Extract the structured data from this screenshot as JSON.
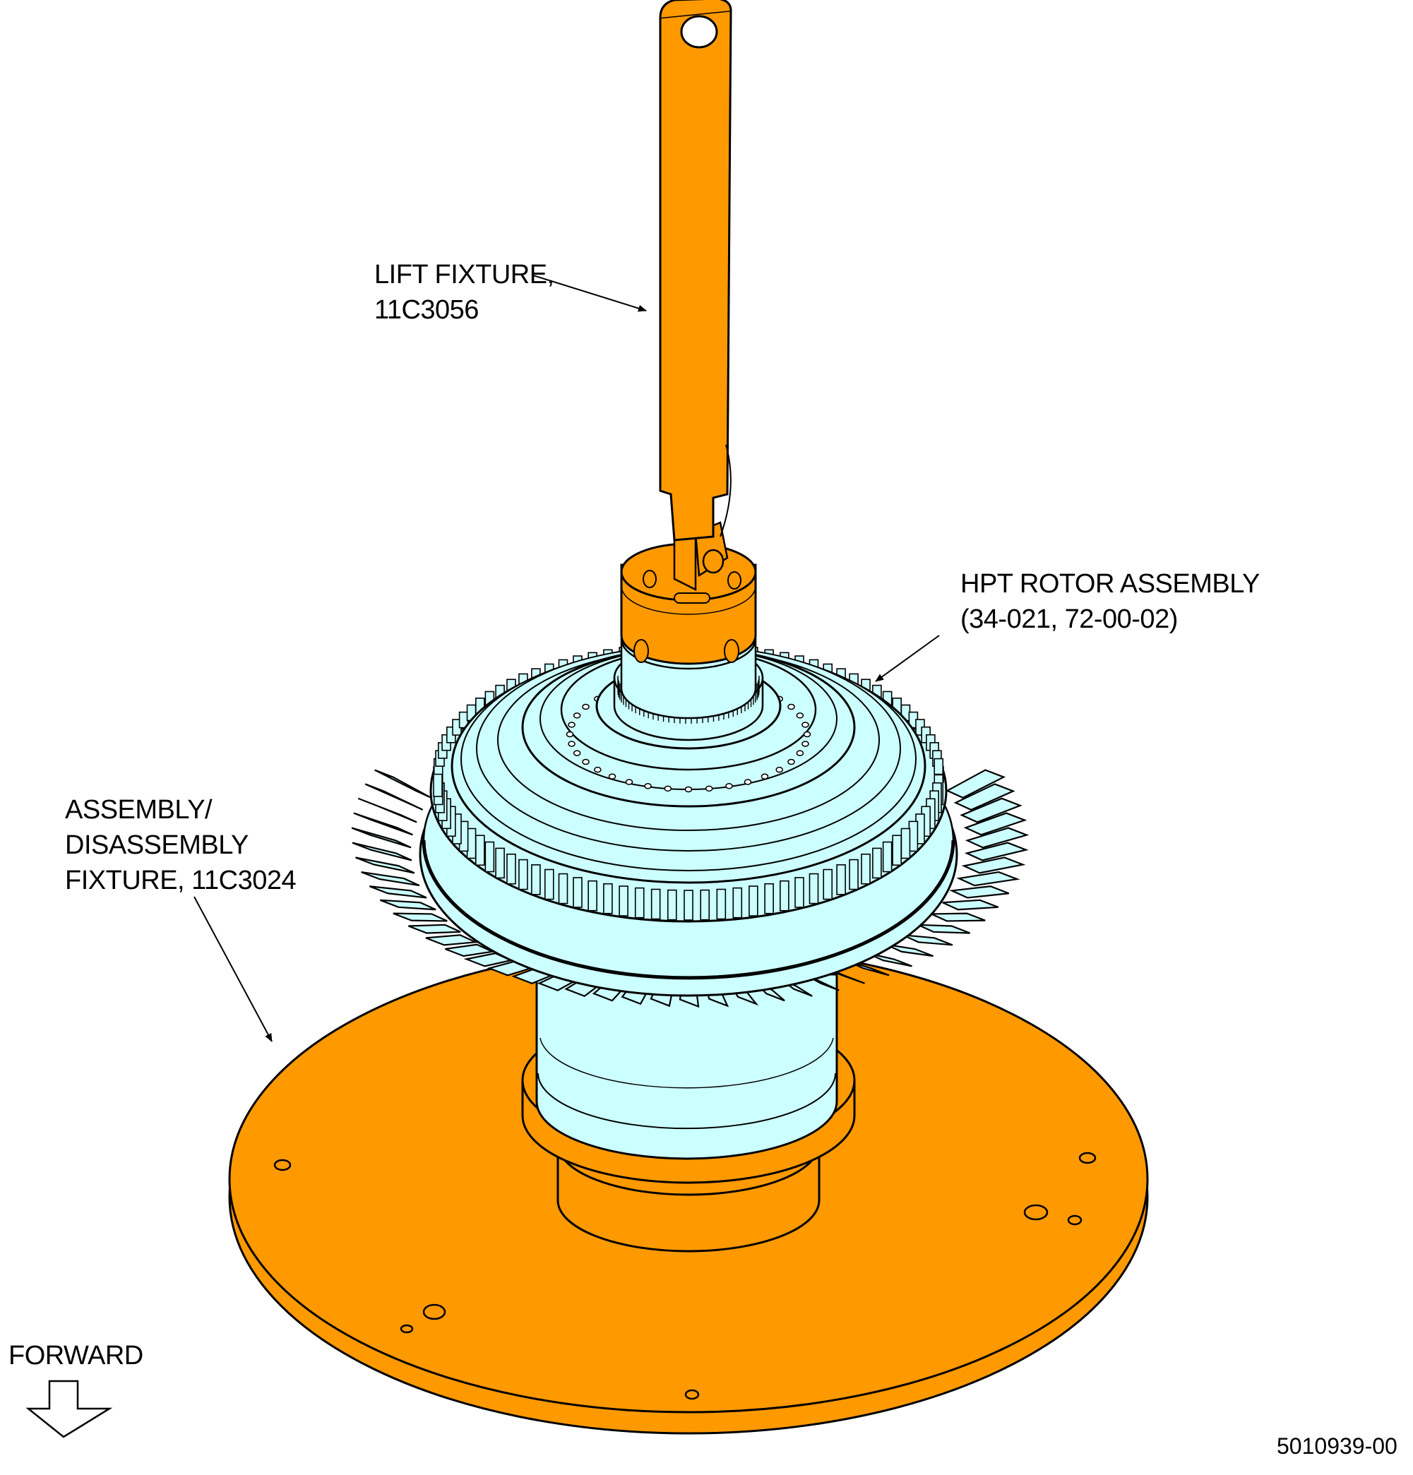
{
  "colors": {
    "fixture": "#FF9900",
    "rotor": "#CCFFFF",
    "outline": "#000000",
    "background": "#FFFFFF"
  },
  "callouts": {
    "lift_fixture": {
      "line1": "LIFT FIXTURE,",
      "line2": "11C3056"
    },
    "hpt_rotor": {
      "line1": "HPT ROTOR ASSEMBLY",
      "line2": "(34-021, 72-00-02)"
    },
    "asm_fixture": {
      "line1": "ASSEMBLY/",
      "line2": "DISASSEMBLY",
      "line3": "FIXTURE, 11C3024"
    }
  },
  "direction": {
    "label": "FORWARD"
  },
  "figure_number": "5010939-00"
}
